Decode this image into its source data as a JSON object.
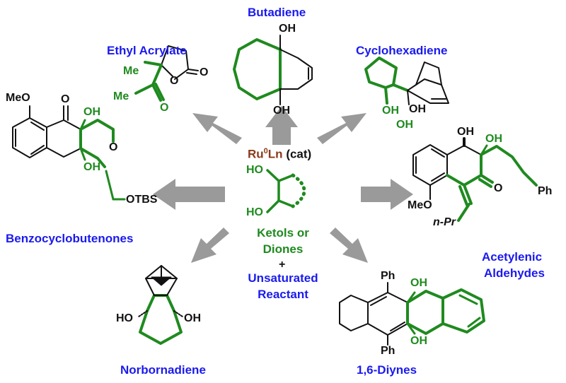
{
  "reactions": {
    "butadiene": "Butadiene",
    "ethyl_acrylate": "Ethyl Acrylate",
    "cyclohexadiene": "Cyclohexadiene",
    "benzocyclobutenones": "Benzocyclobutenones",
    "acetylenic_line1": "Acetylenic",
    "acetylenic_line2": "Aldehydes",
    "norbornadiene": "Norbornadiene",
    "diynes": "1,6-Diynes"
  },
  "center": {
    "catalyst_ru": "Ru",
    "catalyst_sup": "0",
    "catalyst_ln": "Ln",
    "catalyst_cat": "(cat)",
    "reactant_line1": "Ketols or",
    "reactant_line2": "Diones",
    "plus": "+",
    "partner_line1": "Unsaturated",
    "partner_line2": "Reactant",
    "ho_top": "HO",
    "ho_bottom": "HO"
  },
  "atoms": {
    "oh": "OH",
    "ho": "HO",
    "o": "O",
    "me": "Me",
    "meo": "MeO",
    "otbs": "OTBS",
    "ph": "Ph",
    "npr": "n-Pr"
  },
  "colors": {
    "label_blue": "#1a1aef",
    "bond_green": "#1f8a1f",
    "ru_brown": "#8b3a1a",
    "arrow_gray": "#9a9a9a"
  }
}
